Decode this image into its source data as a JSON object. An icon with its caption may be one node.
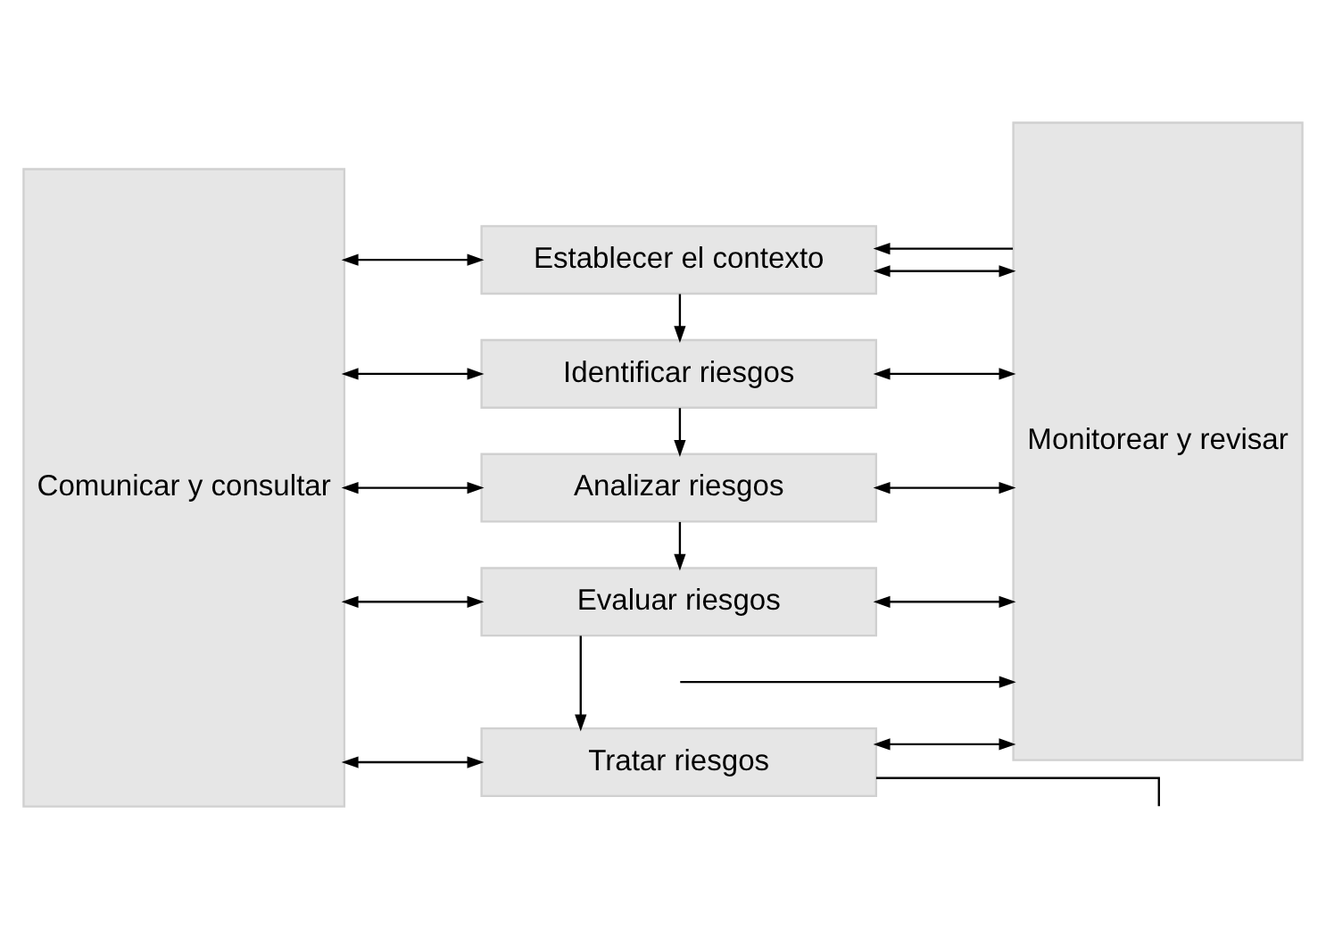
{
  "diagram": {
    "nodes": [
      {
        "text": [
          "Comunicar y consultar"
        ]
      },
      {
        "text": [
          "Establecer el contexto"
        ]
      },
      {
        "text": [
          "Identificar riesgos"
        ]
      },
      {
        "text": [
          "Analizar riesgos"
        ]
      },
      {
        "text": [
          "Evaluar riesgos"
        ]
      },
      {
        "text": [
          "Tratar riesgos"
        ]
      },
      {
        "text": [
          "Monitorear y revisar"
        ]
      }
    ],
    "edges": [
      {
        "from": 0,
        "to": 1,
        "arrow": "both"
      },
      {
        "from": 0,
        "to": 2,
        "arrow": "both"
      },
      {
        "from": 0,
        "to": 3,
        "arrow": "both"
      },
      {
        "from": 0,
        "to": 4,
        "arrow": "both"
      },
      {
        "from": 0,
        "to": 5,
        "arrow": "both"
      },
      {
        "from": 1,
        "to": 6,
        "arrow": "both"
      },
      {
        "from": 2,
        "to": 6,
        "arrow": "both"
      },
      {
        "from": 3,
        "to": 6,
        "arrow": "both"
      },
      {
        "from": 4,
        "to": 6,
        "arrow": "both"
      },
      {
        "from": 5,
        "to": 6,
        "arrow": "both"
      },
      {
        "from": 1,
        "to": 2,
        "arrow": "to"
      },
      {
        "from": 2,
        "to": 3,
        "arrow": "to"
      },
      {
        "from": 3,
        "to": 4,
        "arrow": "to"
      },
      {
        "from": 4,
        "to": 5,
        "arrow": "to"
      },
      {
        "from": 6,
        "to": 1,
        "arrow": "to"
      },
      {
        "from": 5,
        "to": null,
        "arrow": "none"
      },
      {
        "from": null,
        "to": 6,
        "arrow": "to"
      }
    ]
  }
}
